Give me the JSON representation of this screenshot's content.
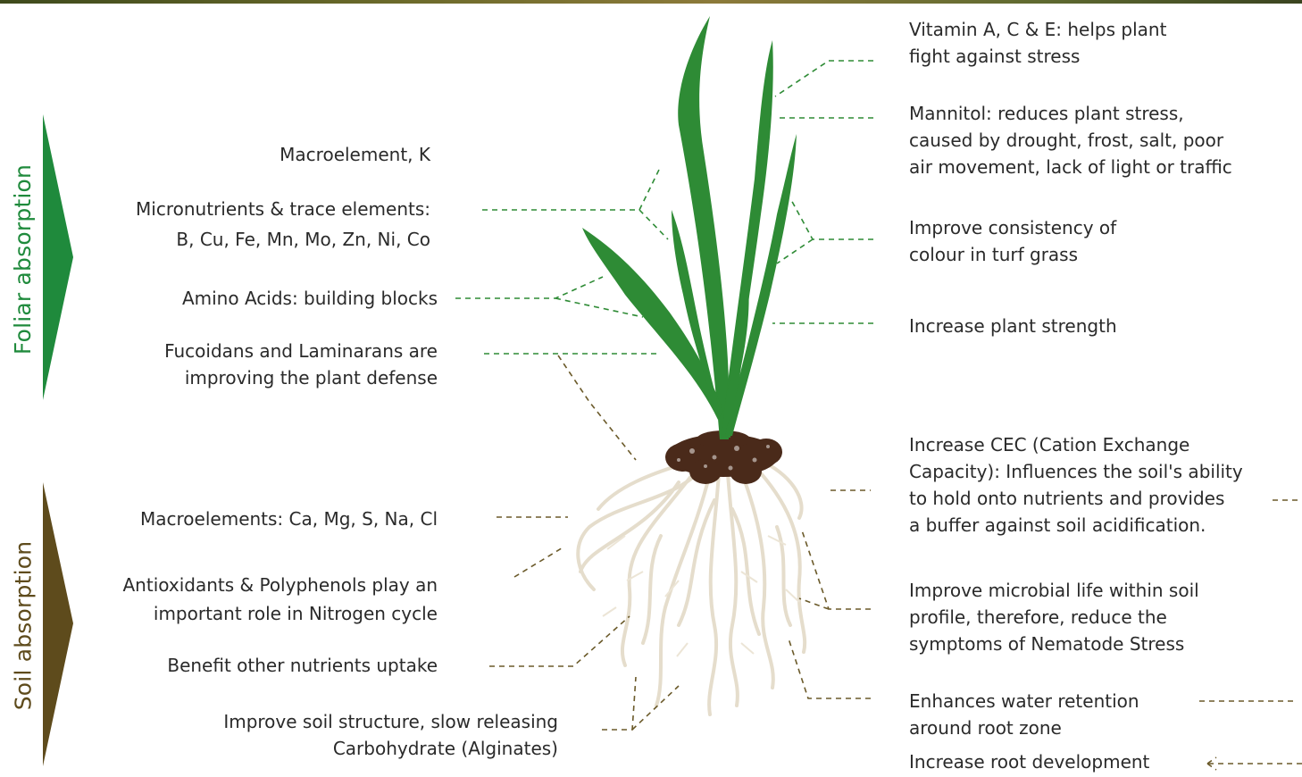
{
  "side_labels": {
    "foliar": "Foliar absorption",
    "soil": "Soil absorption"
  },
  "colors": {
    "foliar": "#1f8a3c",
    "soil": "#5e4b1c",
    "leaf": "#2e8b35",
    "root": "#e7dfcf",
    "soil_clump": "#4a2a1a"
  },
  "left_labels": {
    "macroelement_k": [
      "Macroelement, K"
    ],
    "micronutrients": [
      "Micronutrients & trace elements:",
      "B, Cu, Fe, Mn, Mo, Zn, Ni, Co"
    ],
    "amino_acids": [
      "Amino Acids: building blocks"
    ],
    "fucoidans": [
      "Fucoidans and Laminarans are",
      "improving the plant defense"
    ],
    "macroelements_soil": [
      "Macroelements: Ca, Mg, S, Na, Cl"
    ],
    "antioxidants": [
      "Antioxidants & Polyphenols play an",
      "important role in Nitrogen cycle"
    ],
    "benefit_uptake": [
      "Benefit other nutrients uptake"
    ],
    "soil_structure": [
      "Improve soil structure, slow releasing",
      "Carbohydrate (Alginates)"
    ]
  },
  "right_labels": {
    "vitamins": [
      "Vitamin A, C & E:  helps plant",
      "fight against stress"
    ],
    "mannitol": [
      "Mannitol: reduces plant stress,",
      "caused by drought, frost, salt, poor",
      "air movement, lack of light or traffic"
    ],
    "colour": [
      "Improve consistency of",
      "colour in turf grass"
    ],
    "strength": [
      "Increase plant strength"
    ],
    "cec": [
      "Increase CEC (Cation  Exchange",
      "Capacity): Influences the soil's ability",
      "to hold onto nutrients and provides",
      "a buffer against soil acidification."
    ],
    "microbial": [
      "Improve microbial life within soil",
      "profile, therefore, reduce the",
      "symptoms of Nematode Stress"
    ],
    "water": [
      "Enhances water retention",
      "around root zone"
    ],
    "root_dev": [
      "Increase root development"
    ]
  }
}
